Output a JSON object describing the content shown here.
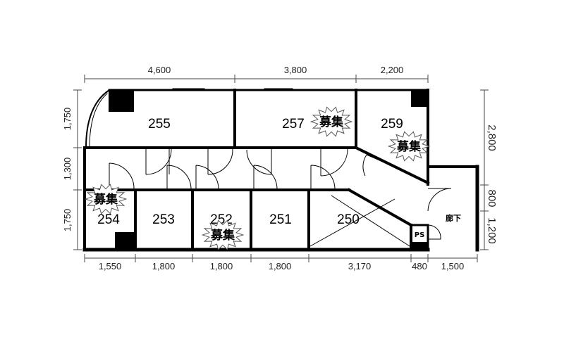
{
  "dimensions": {
    "top": [
      "4,600",
      "3,800",
      "2,200"
    ],
    "bottom": [
      "1,550",
      "1,800",
      "1,800",
      "1,800",
      "3,170",
      "480",
      "1,500"
    ],
    "left": [
      "1,750",
      "1,300",
      "1,750"
    ],
    "right": [
      "2,800",
      "800",
      "1,200"
    ]
  },
  "rooms": {
    "r255": "255",
    "r257": "257",
    "r259": "259",
    "r254": "254",
    "r253": "253",
    "r252": "252",
    "r251": "251",
    "r250": "250"
  },
  "labels": {
    "ps": "PS",
    "corridor": "廊下"
  },
  "badge_text": "募集"
}
